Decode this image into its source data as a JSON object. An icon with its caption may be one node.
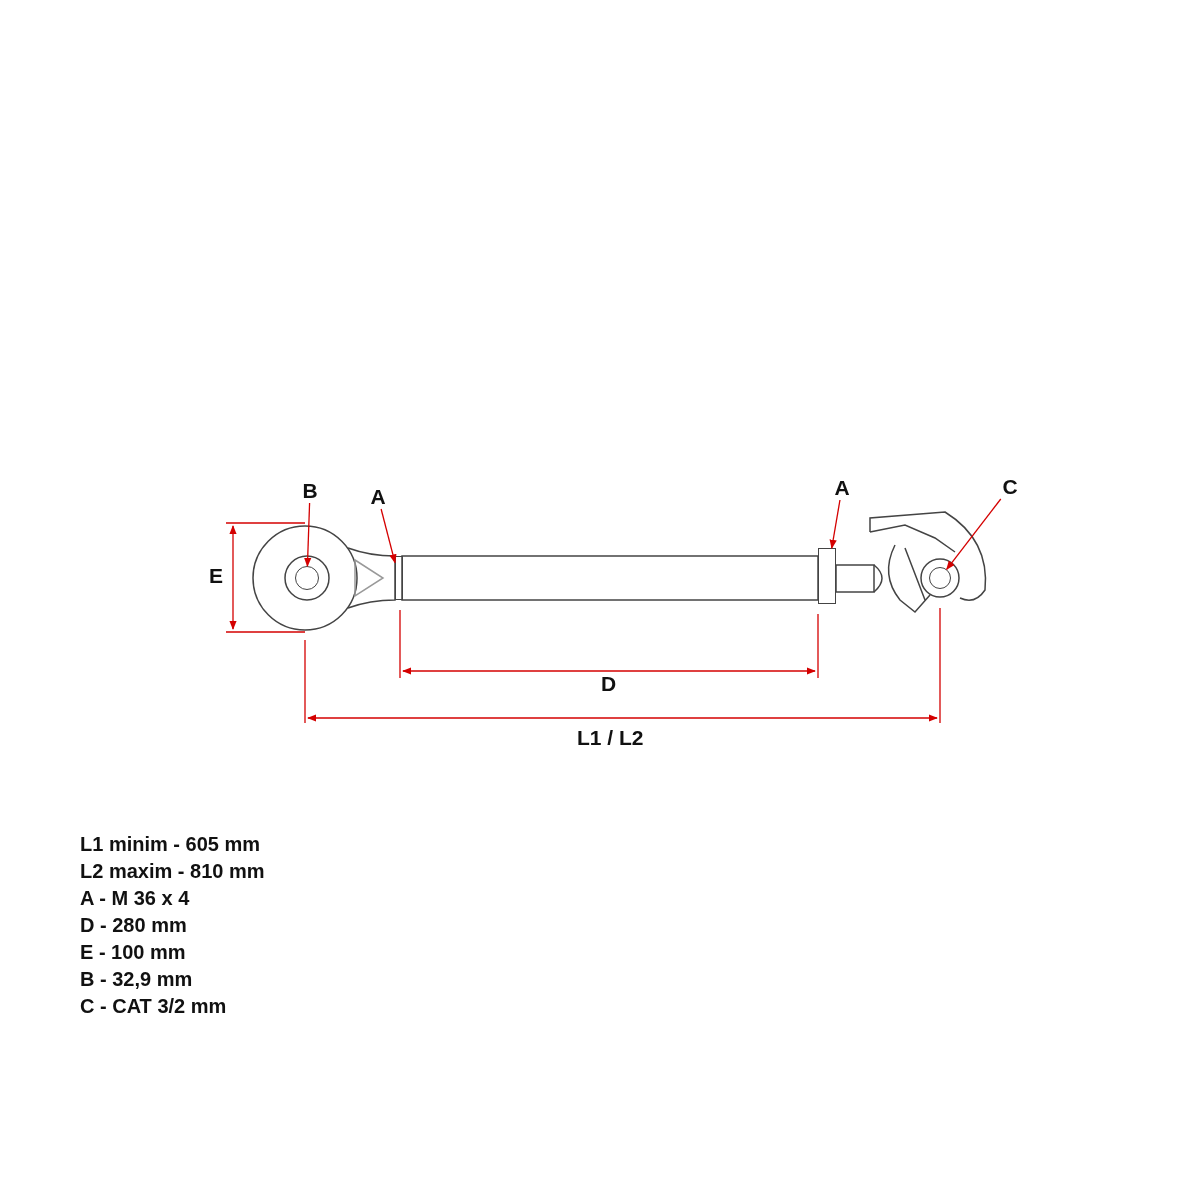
{
  "diagram": {
    "nodes": [
      {
        "text": [
          "B"
        ]
      },
      {
        "text": [
          "A"
        ]
      },
      {
        "text": [
          "A"
        ]
      },
      {
        "text": [
          "C"
        ]
      },
      {
        "text": [],
        "shape": "circle"
      },
      {
        "text": [],
        "shape": "box"
      },
      {
        "text": [],
        "shape": "box"
      },
      {
        "text": [],
        "shape": "circle"
      }
    ],
    "edges": [
      {
        "from": 0,
        "to": 4,
        "arrow": "to"
      },
      {
        "from": 1,
        "to": 5,
        "arrow": "to"
      },
      {
        "from": 2,
        "to": 6,
        "arrow": "to"
      },
      {
        "from": 3,
        "to": 7,
        "arrow": "to"
      }
    ],
    "labels": [
      "E",
      "D",
      "L1 / L2",
      "L1 minim - 605 mm",
      "L2 maxim - 810 mm",
      "A - M 36 x 4",
      "D - 280 mm",
      "E - 100 mm",
      "B - 32,9 mm",
      "C - CAT 3/2 mm"
    ]
  }
}
